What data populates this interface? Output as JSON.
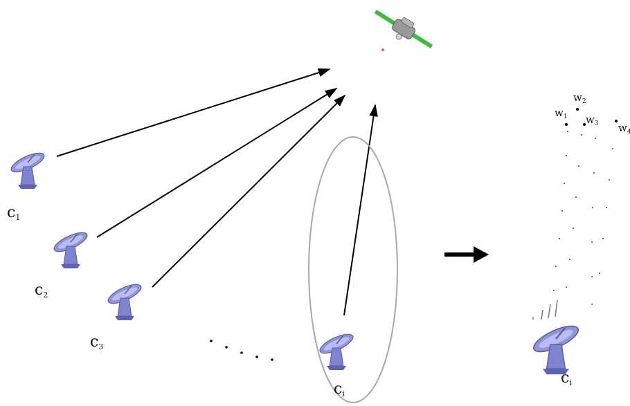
{
  "stations": [
    {
      "id": "c1",
      "base": "c",
      "sub": "1"
    },
    {
      "id": "c2",
      "base": "c",
      "sub": "2"
    },
    {
      "id": "c3",
      "base": "c",
      "sub": "3"
    },
    {
      "id": "ci",
      "base": "c",
      "sub": "i"
    }
  ],
  "detail_station": {
    "base": "c",
    "sub": "i"
  },
  "weights": [
    {
      "base": "w",
      "sub": "1"
    },
    {
      "base": "w",
      "sub": "2"
    },
    {
      "base": "w",
      "sub": "3"
    },
    {
      "base": "w",
      "sub": "4"
    }
  ],
  "colors": {
    "dish": "#8f95d8",
    "dish_dark": "#565ca8",
    "satellite_panel": "#3bbf3b",
    "satellite_body": "#9a9a9a",
    "arrow": "#000000",
    "ellipse": "#a8a8a8"
  },
  "icons": [
    "satellite-icon",
    "dish-antenna-icon",
    "right-arrow-icon"
  ]
}
